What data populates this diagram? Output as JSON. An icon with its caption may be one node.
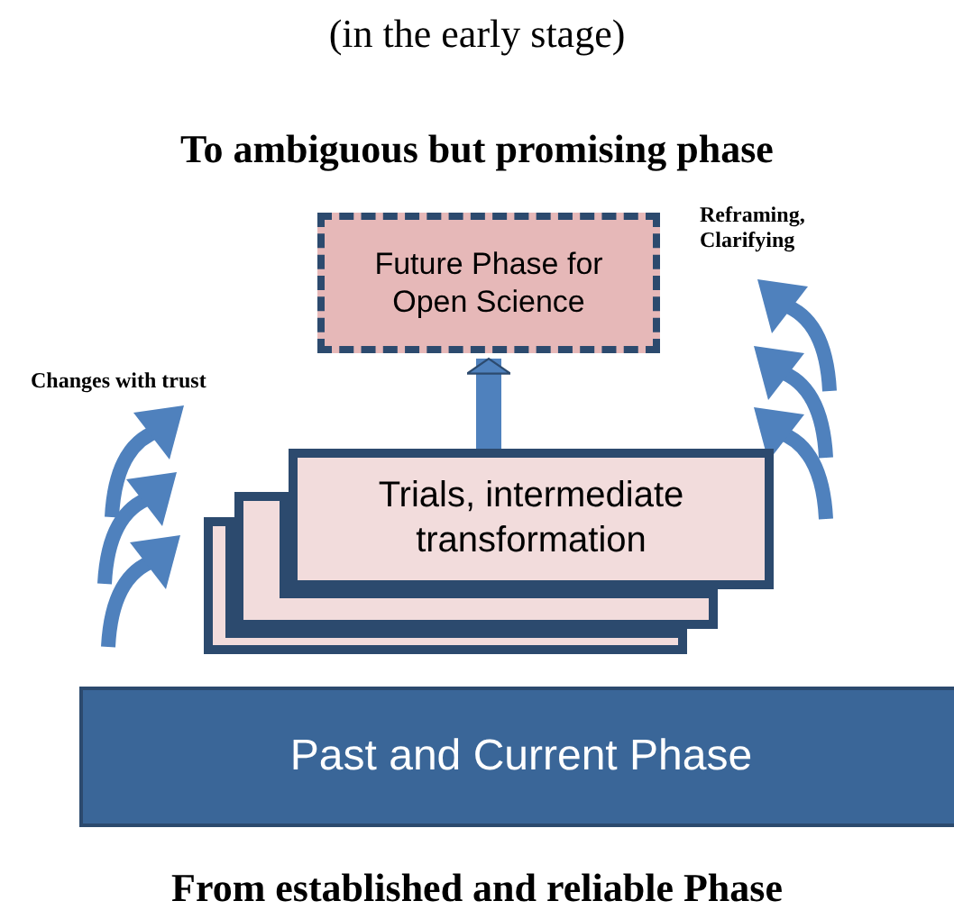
{
  "diagram": {
    "nodes": [
      {
        "text": [
          "Future Phase for Open Science"
        ]
      },
      {
        "text": [],
        "shape": "box"
      },
      {
        "text": [],
        "shape": "box"
      },
      {
        "text": [
          "Trials, intermediate transformation"
        ]
      },
      {
        "text": [
          "Past and Current Phase"
        ]
      }
    ],
    "edges": [
      {
        "from": 3,
        "to": 0,
        "arrow": "to"
      }
    ],
    "labels": [
      "(in the early stage)",
      "To ambiguous but promising phase",
      "Reframing, Clarifying",
      "Changes with trust",
      "From established and reliable Phase"
    ]
  }
}
